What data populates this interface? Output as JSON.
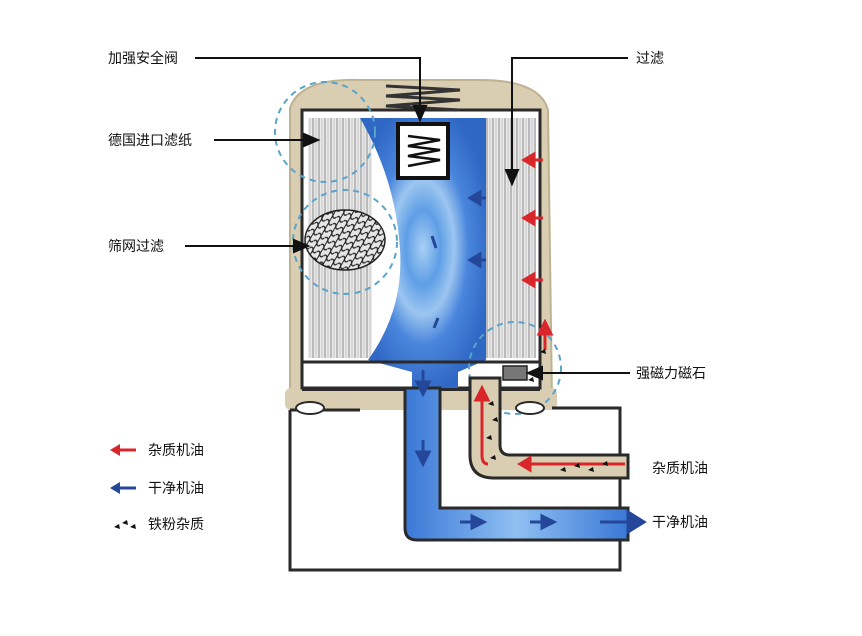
{
  "labels": {
    "safety_valve": "加强安全阀",
    "filter_paper": "德国进口滤纸",
    "mesh_filter": "筛网过滤",
    "filtering": "过滤",
    "magnet": "强磁力磁石",
    "inlet_oil": "杂质机油",
    "outlet_oil": "干净机油"
  },
  "legend": [
    {
      "text": "杂质机油",
      "icon": "red-arrow-icon"
    },
    {
      "text": "干净机油",
      "icon": "blue-arrow-icon"
    },
    {
      "text": "铁粉杂质",
      "icon": "iron-particles-icon"
    }
  ],
  "colors": {
    "dirty_oil": "#d8262b",
    "clean_oil": "#24479a",
    "housing": "#d9ceb2",
    "oil_blue": "#4d8fe0",
    "outline": "#2a2a2a",
    "callout_ring": "#5aa3c9"
  }
}
